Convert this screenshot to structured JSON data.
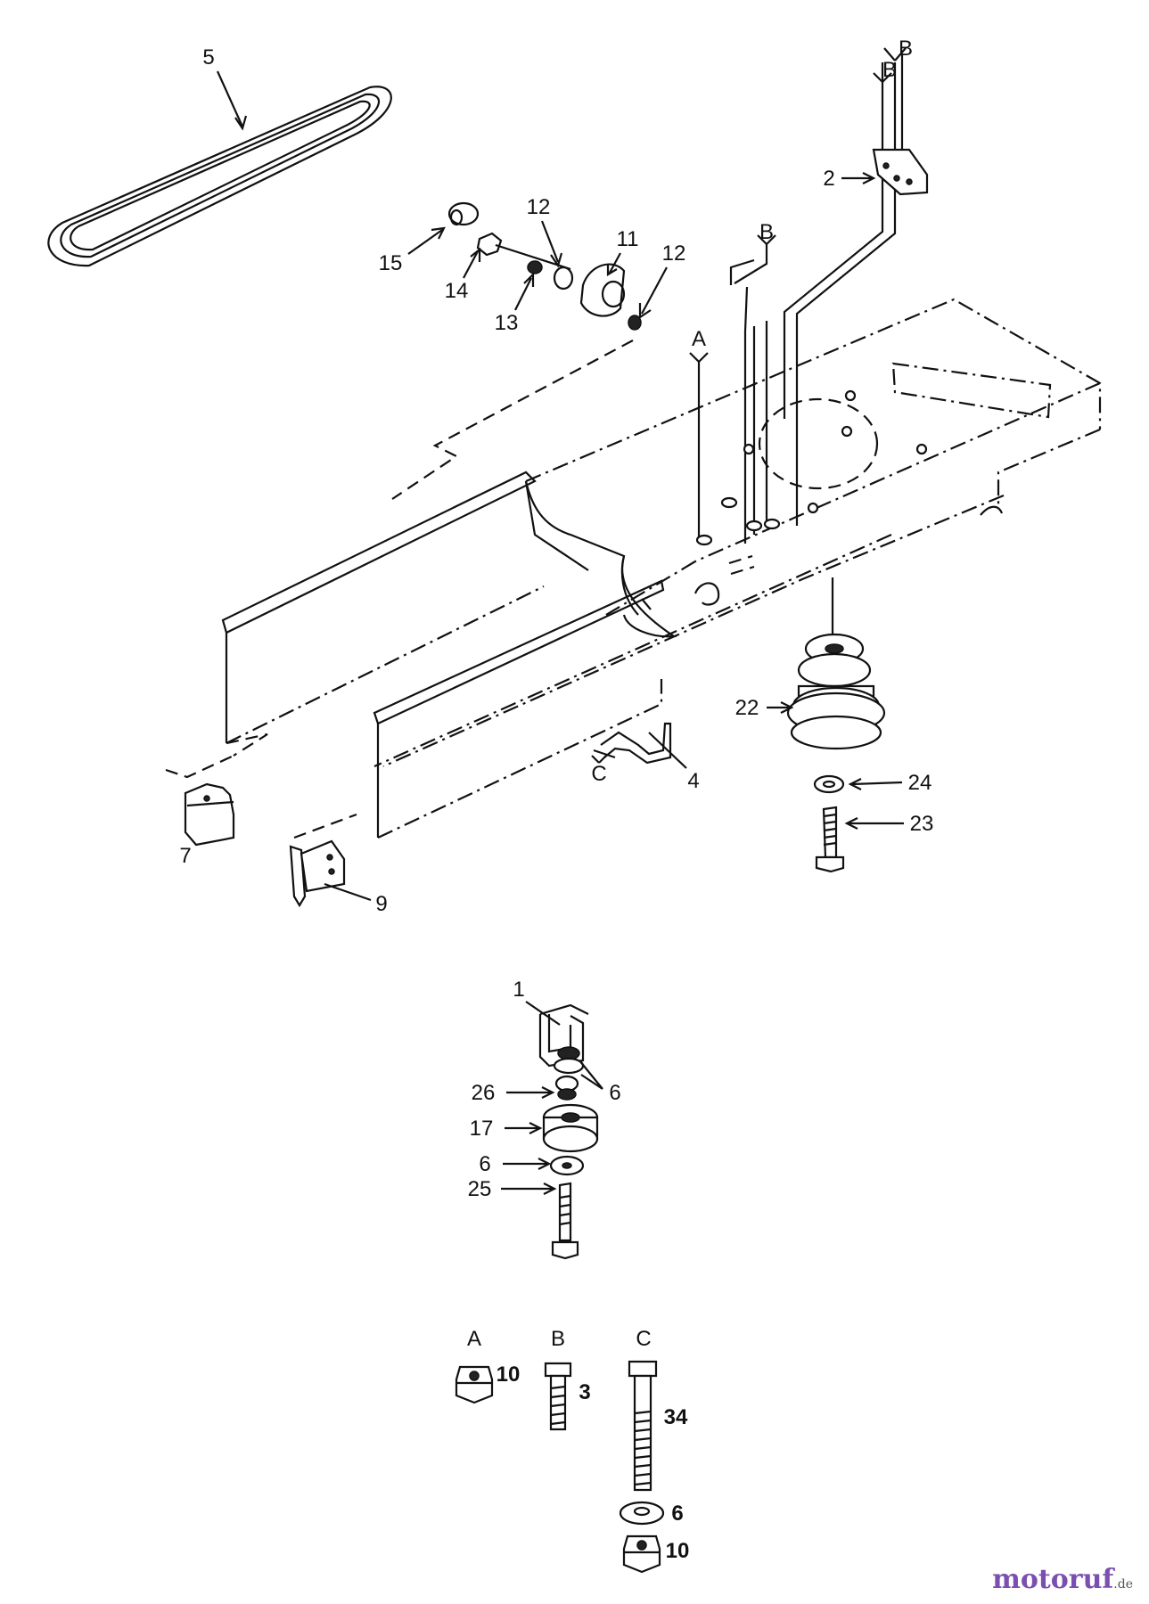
{
  "diagram": {
    "callouts": {
      "c5": "5",
      "c2": "2",
      "c15": "15",
      "c14": "14",
      "c13": "13",
      "c12a": "12",
      "c11": "11",
      "c12b": "12",
      "c22": "22",
      "c24": "24",
      "c23": "23",
      "c4": "4",
      "c7": "7",
      "c9": "9",
      "c1": "1",
      "c6a": "6",
      "c26": "26",
      "c17": "17",
      "c6b": "6",
      "c25": "25",
      "c10a": "10",
      "c3": "3",
      "c34": "34",
      "c6c": "6",
      "c10b": "10"
    },
    "refs": {
      "b1": "B",
      "b2": "B",
      "b3": "B",
      "a1": "A",
      "c1": "C"
    },
    "hardware_legend": {
      "a": "A",
      "b": "B",
      "c": "C"
    }
  },
  "watermark": {
    "text": "motoruf",
    "suffix": ".de"
  },
  "colors": {
    "line": "#111111",
    "background": "#ffffff"
  }
}
